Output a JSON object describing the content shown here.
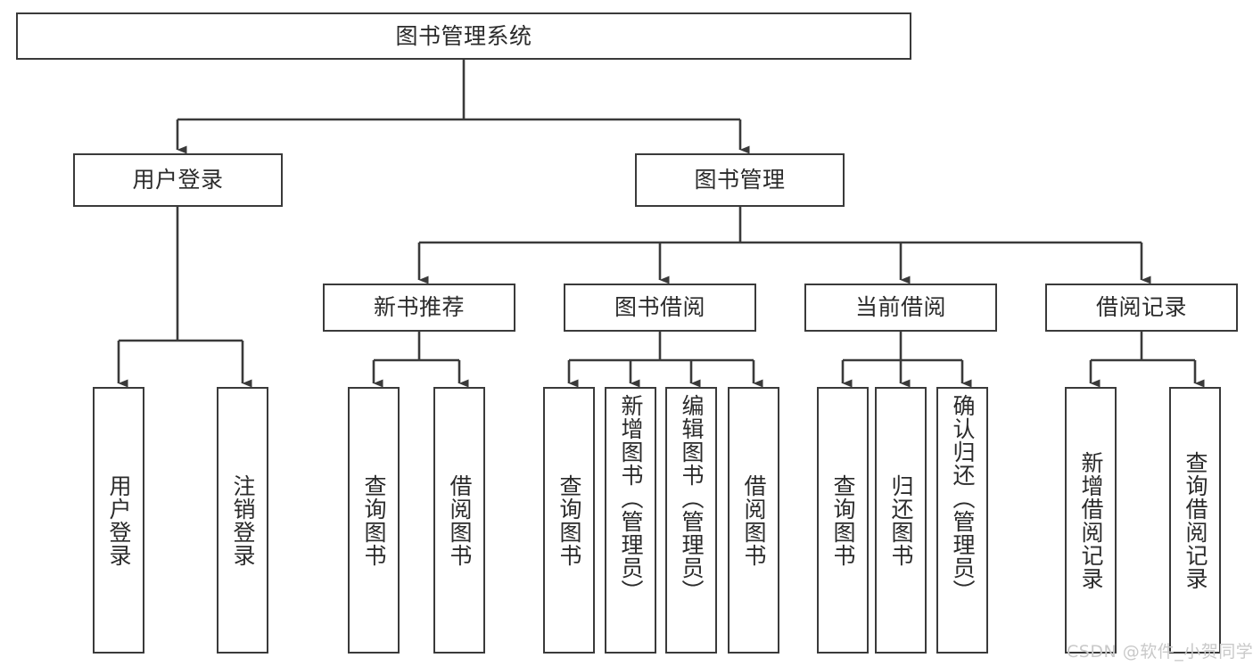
{
  "diagram": {
    "type": "tree-hierarchy-chart",
    "title": "图书管理系统",
    "watermark": "CSDN @软件_小贺同学",
    "colors": {
      "stroke": "#3a3a3a",
      "text": "#2b2b2b",
      "background": "#ffffff",
      "watermark": "#c9c9c9"
    },
    "root": {
      "label": "图书管理系统"
    },
    "level2": [
      {
        "label": "用户登录"
      },
      {
        "label": "图书管理"
      }
    ],
    "level3": [
      {
        "label": "新书推荐"
      },
      {
        "label": "图书借阅"
      },
      {
        "label": "当前借阅"
      },
      {
        "label": "借阅记录"
      }
    ],
    "leaves": {
      "user_login": [
        {
          "label": "用户登录"
        },
        {
          "label": "注销登录"
        }
      ],
      "new_book_recommend": [
        {
          "label": "查询图书"
        },
        {
          "label": "借阅图书"
        }
      ],
      "book_borrow": [
        {
          "label": "查询图书"
        },
        {
          "label": "新增图书（管理员）"
        },
        {
          "label": "编辑图书（管理员）"
        },
        {
          "label": "借阅图书"
        }
      ],
      "current_borrow": [
        {
          "label": "查询图书"
        },
        {
          "label": "归还图书"
        },
        {
          "label": "确认归还（管理员）"
        }
      ],
      "borrow_record": [
        {
          "label": "新增借阅记录"
        },
        {
          "label": "查询借阅记录"
        }
      ]
    }
  }
}
